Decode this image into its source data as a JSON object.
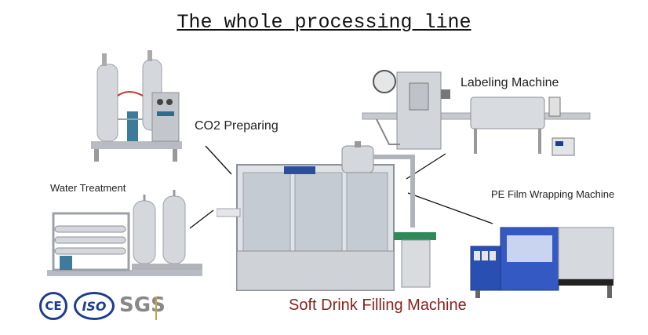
{
  "title": "The whole processing line",
  "stations": {
    "co2": "CO2 Preparing",
    "water": "Water Treatment",
    "labeling": "Labeling Machine",
    "wrapping": "PE Film Wrapping Machine",
    "filling": "Soft Drink Filling Machine"
  },
  "certifications": {
    "ce": "CE",
    "iso": "ISO",
    "sgs": "SGS"
  },
  "colors": {
    "filling_label": "#8a1f1f",
    "cert_blue": "#1d3d8f",
    "wrapping_blue": "#2a4fb3",
    "steel": "#c9ccd1"
  }
}
